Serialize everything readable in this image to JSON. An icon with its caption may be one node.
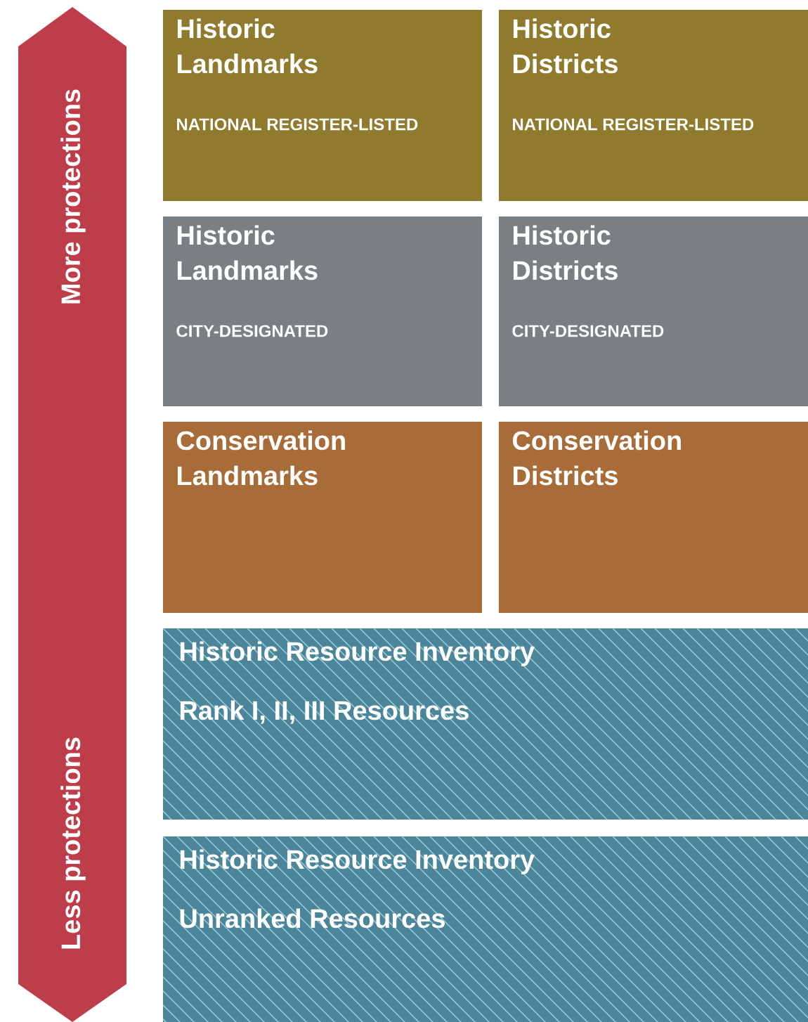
{
  "diagram": {
    "nodes": [
      {
        "text": [
          "More protections",
          "Less protections"
        ]
      },
      {
        "text": [
          "Historic Landmarks",
          "NATIONAL REGISTER-LISTED"
        ]
      },
      {
        "text": [
          "Historic Districts",
          "NATIONAL REGISTER-LISTED"
        ]
      },
      {
        "text": [
          "Historic Landmarks",
          "CITY-DESIGNATED"
        ]
      },
      {
        "text": [
          "Historic Districts",
          "CITY-DESIGNATED"
        ]
      },
      {
        "text": [
          "Conservation Landmarks"
        ]
      },
      {
        "text": [
          "Conservation Districts"
        ]
      },
      {
        "text": [
          "Historic Resource Inventory",
          "Rank I, II, III Resources"
        ]
      },
      {
        "text": [
          "Historic Resource Inventory",
          "Unranked Resources"
        ]
      }
    ]
  }
}
